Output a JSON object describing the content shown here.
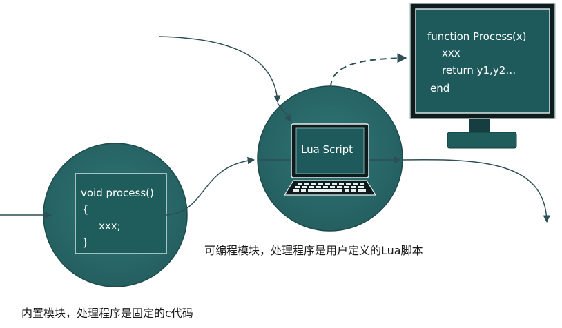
{
  "builtin_module": {
    "code_lines": [
      "void process()",
      "{",
      "xxx;",
      "}"
    ],
    "caption": "内置模块，处理程序是固定的c代码"
  },
  "programmable_module": {
    "screen_label": "Lua Script",
    "caption": "可编程模块，处理程序是用户定义的Lua脚本"
  },
  "monitor_code": {
    "lines": [
      "function Process(x)",
      "xxx",
      "return y1,y2…",
      "end"
    ]
  },
  "colors": {
    "circle_fill": "#2e6e6e",
    "box_fill": "#1f5c5c",
    "line": "#2d4f55",
    "accent_dark": "#163d40"
  }
}
